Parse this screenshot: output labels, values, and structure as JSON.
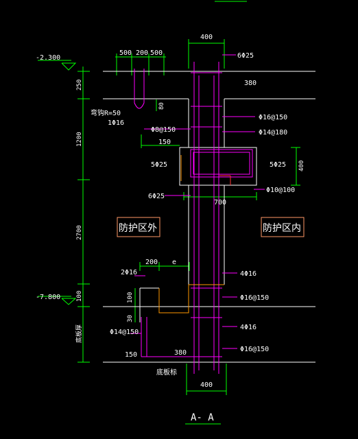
{
  "drawing": {
    "section_title": "A- A",
    "colors": {
      "background": "#000000",
      "line_white": "#ffffff",
      "dimension_green": "#00ff00",
      "rebar_magenta": "#ff00ff",
      "rebar_orange": "#ff9900",
      "rebar_red": "#ff3333",
      "label_box": "#ff9966"
    },
    "elevations": {
      "top": "-2.300",
      "bottom": "-7.800"
    },
    "dimensions": {
      "top_width": "400",
      "bottom_width": "400",
      "wall_ext_500_left": "500",
      "wall_ext_200": "200",
      "wall_ext_500_right": "500",
      "v_250": "250",
      "v_1200": "1200",
      "v_2700": "2700",
      "v_100": "100",
      "v_bottom": "底板厚",
      "d_80": "80",
      "d_380_top": "380",
      "d_150_beam": "150",
      "d_700": "700",
      "d_400_beam": "400",
      "d_200": "200",
      "d_e": "e",
      "d_100_step": "100",
      "d_30": "30",
      "d_150_bottom": "150",
      "d_380_bottom": "380"
    },
    "labels": {
      "hook_radius": "弯钩R=50",
      "hook_bar": "1Φ16",
      "top_bars": "6Φ25",
      "phi16_150_a": "Φ16@150",
      "phi14_180": "Φ14@180",
      "phi8_150": "Φ8@150",
      "beam_bars_left": "5Φ25",
      "beam_bars_right": "5Φ25",
      "beam_bars_bottom": "6Φ25",
      "phi10_100": "Φ10@100",
      "zone_outside": "防护区外",
      "zone_inside": "防护区内",
      "bars_2phi16": "2Φ16",
      "bars_4phi16_top": "4Φ16",
      "phi16_150_b": "Φ16@150",
      "bars_4phi16_bottom": "4Φ16",
      "phi14_150": "Φ14@150",
      "phi16_150_c": "Φ16@150",
      "slab_bottom": "底板标"
    }
  }
}
